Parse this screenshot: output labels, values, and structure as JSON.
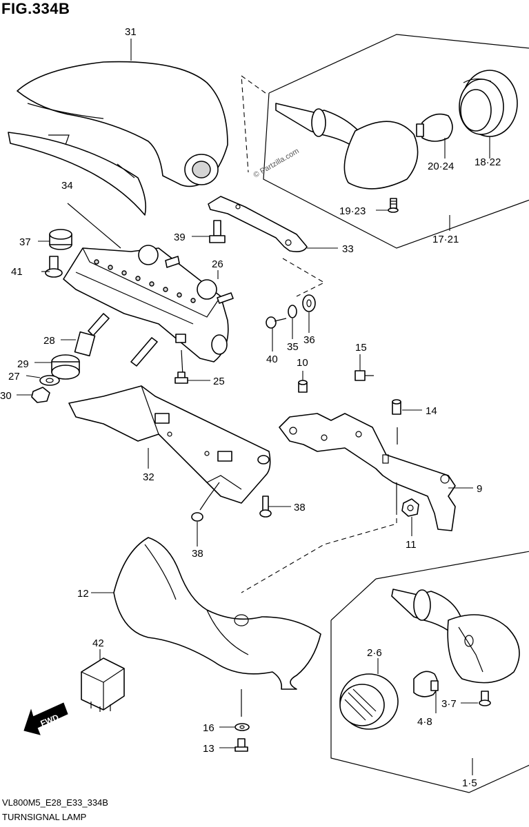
{
  "figure_title": "FIG.334B",
  "diagram_code": "VL800M5_E28_E33_334B",
  "caption": "TURNSIGNAL LAMP",
  "watermark": "© Partzilla.com",
  "fwd_label": "FWD",
  "callouts": {
    "c31": "31",
    "c34": "34",
    "c37": "37",
    "c39": "39",
    "c41": "41",
    "c26": "26",
    "c33": "33",
    "c40": "40",
    "c35": "35",
    "c36": "36",
    "c28": "28",
    "c29": "29",
    "c27": "27",
    "c30": "30",
    "c25": "25",
    "c10": "10",
    "c15": "15",
    "c14": "14",
    "c32": "32",
    "c9": "9",
    "c38a": "38",
    "c38b": "38",
    "c11": "11",
    "c12": "12",
    "c42": "42",
    "c16": "16",
    "c13": "13",
    "c26b": "2·6",
    "c37b": "3·7",
    "c48": "4·8",
    "c15b": "1·5",
    "c2024": "20·24",
    "c1822": "18·22",
    "c1923": "19·23",
    "c1721": "17·21"
  }
}
